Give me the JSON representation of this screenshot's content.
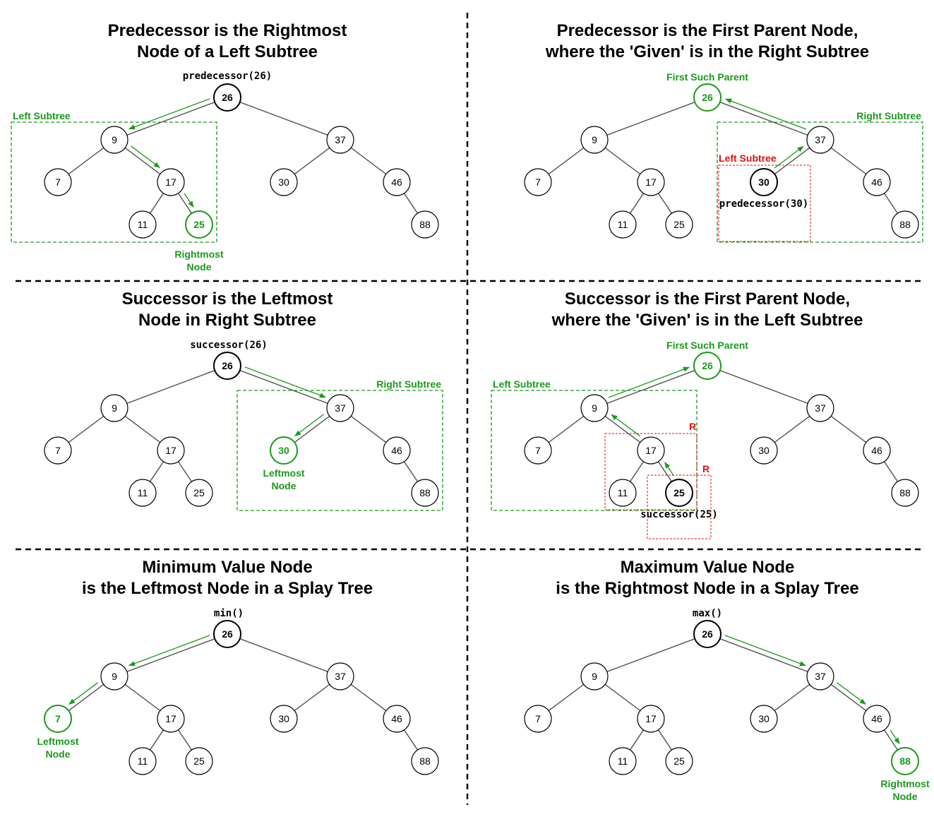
{
  "colors": {
    "highlight": "#1a9a1a",
    "alert": "#e01010",
    "edge": "#555555",
    "node_border": "#000000"
  },
  "tree": {
    "nodes": [
      "26",
      "9",
      "37",
      "7",
      "17",
      "30",
      "46",
      "11",
      "25",
      "88"
    ],
    "edges": [
      [
        "26",
        "9"
      ],
      [
        "26",
        "37"
      ],
      [
        "9",
        "7"
      ],
      [
        "9",
        "17"
      ],
      [
        "37",
        "30"
      ],
      [
        "37",
        "46"
      ],
      [
        "17",
        "11"
      ],
      [
        "17",
        "25"
      ],
      [
        "46",
        "88"
      ]
    ]
  },
  "panels": [
    {
      "id": "predecessor-left-subtree",
      "title_line1": "Predecessor is the Rightmost",
      "title_line2": "Node of a Left Subtree",
      "call": "predecessor(26)",
      "given": "26",
      "result": "25",
      "path": [
        "26",
        "9",
        "17",
        "25"
      ],
      "labels": {
        "box": "Left Subtree",
        "result_line1": "Rightmost",
        "result_line2": "Node"
      }
    },
    {
      "id": "predecessor-first-parent",
      "title_line1": "Predecessor is the First Parent Node,",
      "title_line2": "where the 'Given' is in the Right Subtree",
      "call": "predecessor(30)",
      "given": "30",
      "result": "26",
      "path": [
        "30",
        "37",
        "26"
      ],
      "labels": {
        "parent": "First Such Parent",
        "right_box": "Right Subtree",
        "left_box": "Left Subtree"
      }
    },
    {
      "id": "successor-right-subtree",
      "title_line1": "Successor is the Leftmost",
      "title_line2": "Node in Right Subtree",
      "call": "successor(26)",
      "given": "26",
      "result": "30",
      "path": [
        "26",
        "37",
        "30"
      ],
      "labels": {
        "box": "Right Subtree",
        "result_line1": "Leftmost",
        "result_line2": "Node"
      }
    },
    {
      "id": "successor-first-parent",
      "title_line1": "Successor is the First Parent Node,",
      "title_line2": "where the 'Given' is in the Left Subtree",
      "call": "successor(25)",
      "given": "25",
      "result": "26",
      "path": [
        "25",
        "17",
        "9",
        "26"
      ],
      "labels": {
        "parent": "First Such Parent",
        "box": "Left Subtree",
        "r1": "R",
        "r2": "R"
      }
    },
    {
      "id": "minimum-value",
      "title_line1": "Minimum Value Node",
      "title_line2": "is the Leftmost Node in a Splay Tree",
      "call": "min()",
      "given": "26",
      "result": "7",
      "path": [
        "26",
        "9",
        "7"
      ],
      "labels": {
        "result_line1": "Leftmost",
        "result_line2": "Node"
      }
    },
    {
      "id": "maximum-value",
      "title_line1": "Maximum Value Node",
      "title_line2": "is the Rightmost Node in a Splay Tree",
      "call": "max()",
      "given": "26",
      "result": "88",
      "path": [
        "26",
        "37",
        "46",
        "88"
      ],
      "labels": {
        "result_line1": "Rightmost",
        "result_line2": "Node"
      }
    }
  ]
}
